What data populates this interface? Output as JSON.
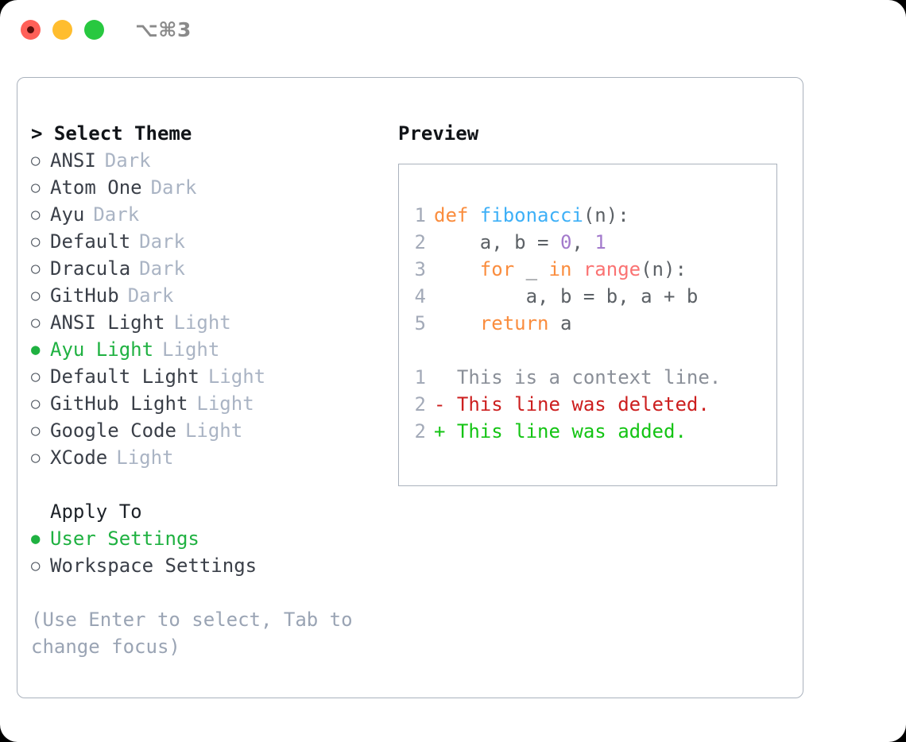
{
  "window": {
    "shortcut": "⌥⌘3",
    "traffic_lights": [
      "close-red",
      "minimize-yellow",
      "maximize-green"
    ]
  },
  "theme_panel": {
    "header": "> Select Theme",
    "items": [
      {
        "bullet": "○",
        "name": "ANSI",
        "variant": "Dark",
        "selected": false
      },
      {
        "bullet": "○",
        "name": "Atom One",
        "variant": "Dark",
        "selected": false
      },
      {
        "bullet": "○",
        "name": "Ayu",
        "variant": "Dark",
        "selected": false
      },
      {
        "bullet": "○",
        "name": "Default",
        "variant": "Dark",
        "selected": false
      },
      {
        "bullet": "○",
        "name": "Dracula",
        "variant": "Dark",
        "selected": false
      },
      {
        "bullet": "○",
        "name": "GitHub",
        "variant": "Dark",
        "selected": false
      },
      {
        "bullet": "○",
        "name": "ANSI Light",
        "variant": "Light",
        "selected": false
      },
      {
        "bullet": "●",
        "name": "Ayu Light",
        "variant": "Light",
        "selected": true
      },
      {
        "bullet": "○",
        "name": "Default Light",
        "variant": "Light",
        "selected": false
      },
      {
        "bullet": "○",
        "name": "GitHub Light",
        "variant": "Light",
        "selected": false
      },
      {
        "bullet": "○",
        "name": "Google Code",
        "variant": "Light",
        "selected": false
      },
      {
        "bullet": "○",
        "name": "XCode",
        "variant": "Light",
        "selected": false
      }
    ]
  },
  "apply_to": {
    "header": "Apply To",
    "items": [
      {
        "bullet": "●",
        "name": "User Settings",
        "selected": true
      },
      {
        "bullet": "○",
        "name": "Workspace Settings",
        "selected": false
      }
    ]
  },
  "hint": "(Use Enter to select, Tab to change focus)",
  "preview": {
    "header": "Preview",
    "code_lines": [
      {
        "no": "1",
        "tokens": [
          {
            "t": "def ",
            "c": "tok-kw"
          },
          {
            "t": "fibonacci",
            "c": "tok-fn"
          },
          {
            "t": "(n):",
            "c": "tok-pun"
          }
        ]
      },
      {
        "no": "2",
        "tokens": [
          {
            "t": "    a, b ",
            "c": "tok-id"
          },
          {
            "t": "= ",
            "c": "tok-pun"
          },
          {
            "t": "0",
            "c": "tok-num"
          },
          {
            "t": ", ",
            "c": "tok-pun"
          },
          {
            "t": "1",
            "c": "tok-num"
          }
        ]
      },
      {
        "no": "3",
        "tokens": [
          {
            "t": "    for ",
            "c": "tok-kw"
          },
          {
            "t": "_ ",
            "c": "tok-id"
          },
          {
            "t": "in ",
            "c": "tok-kw"
          },
          {
            "t": "range",
            "c": "tok-call"
          },
          {
            "t": "(n):",
            "c": "tok-pun"
          }
        ]
      },
      {
        "no": "4",
        "tokens": [
          {
            "t": "        a, b ",
            "c": "tok-id"
          },
          {
            "t": "= ",
            "c": "tok-pun"
          },
          {
            "t": "b, a ",
            "c": "tok-id"
          },
          {
            "t": "+ ",
            "c": "tok-pun"
          },
          {
            "t": "b",
            "c": "tok-id"
          }
        ]
      },
      {
        "no": "5",
        "tokens": [
          {
            "t": "    return ",
            "c": "tok-kw"
          },
          {
            "t": "a",
            "c": "tok-id"
          }
        ]
      }
    ],
    "diff_lines": [
      {
        "no": "1",
        "marker": "  ",
        "text": "This is a context line.",
        "cls": "diff-ctx"
      },
      {
        "no": "2",
        "marker": "- ",
        "text": "This line was deleted.",
        "cls": "diff-del"
      },
      {
        "no": "2",
        "marker": "+ ",
        "text": "This line was added.",
        "cls": "diff-add"
      }
    ]
  },
  "colors": {
    "accent_green": "#1fb141",
    "muted_gray": "#aab4c4",
    "border": "#aab2bd",
    "keyword_orange": "#fa8d3e",
    "function_blue": "#3eb0f7",
    "call_red": "#fa7373",
    "number_purple": "#a37acc",
    "diff_add": "#14c414",
    "diff_del": "#cc1f1f",
    "light_red": "#ff6058",
    "light_yellow": "#ffbd2e",
    "light_green": "#28c840"
  }
}
